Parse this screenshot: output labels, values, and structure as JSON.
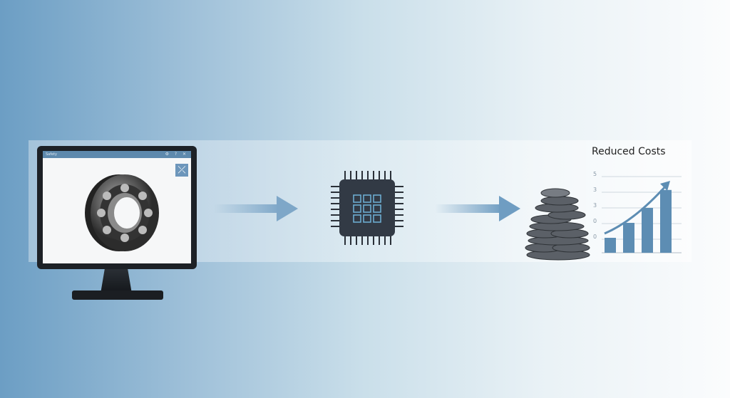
{
  "monitor": {
    "window_title": "Safety",
    "titlebar_icons": [
      "settings-icon",
      "help-icon",
      "close-icon"
    ],
    "tool_icon": "measure-tool-icon",
    "content": "ball-bearing-image"
  },
  "flow": [
    "monitor",
    "arrow",
    "microchip",
    "arrow",
    "coin-stack",
    "bar-chart"
  ],
  "chart": {
    "title": "Reduced Costs",
    "tick_labels": [
      "5",
      "3",
      "3",
      "0",
      "0"
    ],
    "bars": [
      1,
      2,
      3,
      4.2
    ],
    "trend": "up",
    "bar_color": "#5d8db3"
  },
  "colors": {
    "accent": "#5d8db3",
    "dark": "#1d2126"
  }
}
